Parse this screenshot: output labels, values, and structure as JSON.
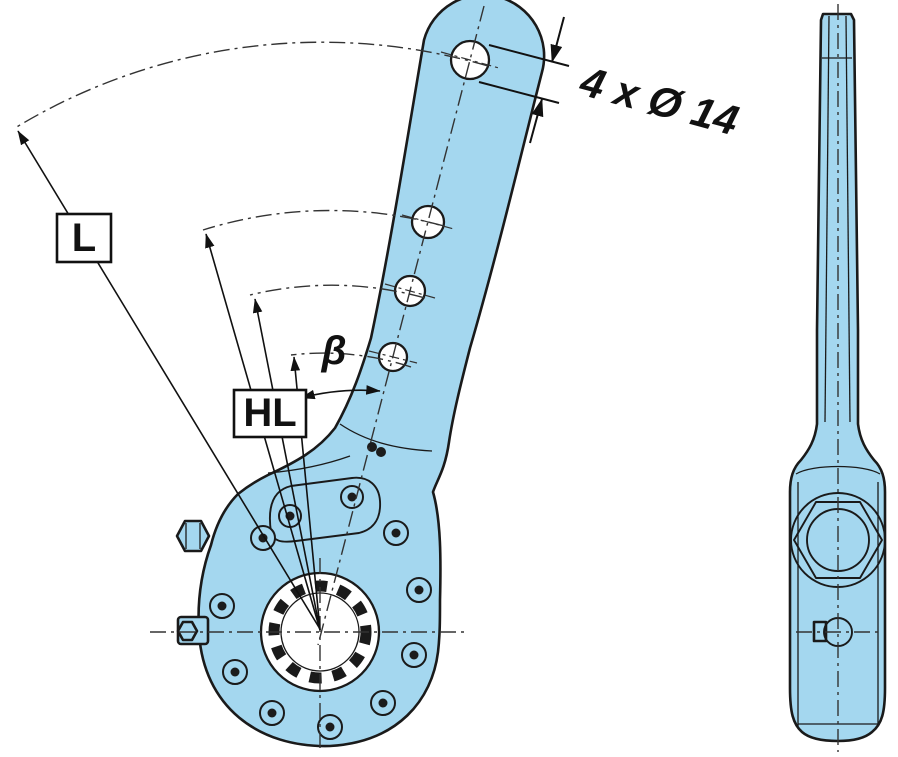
{
  "labels": {
    "length": "L",
    "hand_lever": "HL",
    "beta_angle": "β",
    "hole_callout": "4 x Ø 14"
  },
  "colors": {
    "part_fill": "#a4d7ef",
    "outline": "#1a1a1a",
    "centerline": "#333333",
    "hole_fill": "#ffffff",
    "background": "#ffffff"
  }
}
